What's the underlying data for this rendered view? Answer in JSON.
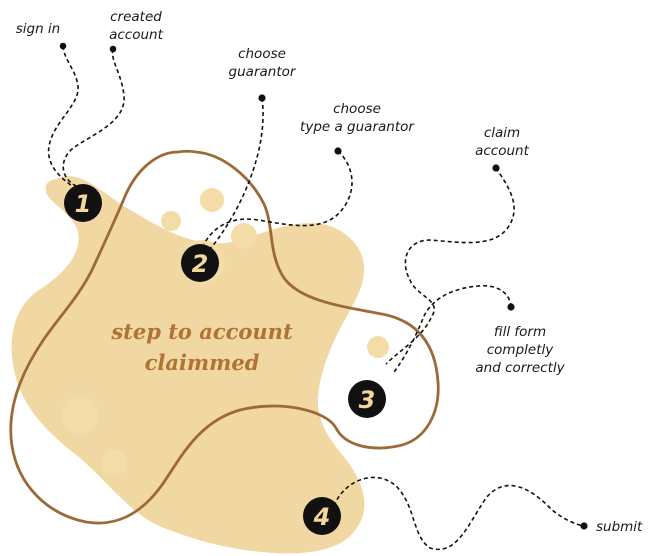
{
  "colors": {
    "blob_fill": "#f1d8a2",
    "outline": "#9c6a38",
    "circle_fill": "#f4dca8",
    "marker_fill": "#111111",
    "marker_text": "#f4d79a",
    "title": "#b07335",
    "dash": "#111111"
  },
  "title": {
    "line1": "step to account",
    "line2": "claimmed"
  },
  "steps": [
    {
      "number": "1"
    },
    {
      "number": "2"
    },
    {
      "number": "3"
    },
    {
      "number": "4"
    }
  ],
  "labels": {
    "sign_in": "sign in",
    "created_account": {
      "line1": "created",
      "line2": "account"
    },
    "choose_guarantor": {
      "line1": "choose",
      "line2": "guarantor"
    },
    "choose_type": {
      "line1": "choose",
      "line2": "type a guarantor"
    },
    "claim_account": {
      "line1": "claim",
      "line2": "account"
    },
    "fill_form": {
      "line1": "fill form",
      "line2": "completly",
      "line3": "and correctly"
    },
    "submit": "submit"
  }
}
